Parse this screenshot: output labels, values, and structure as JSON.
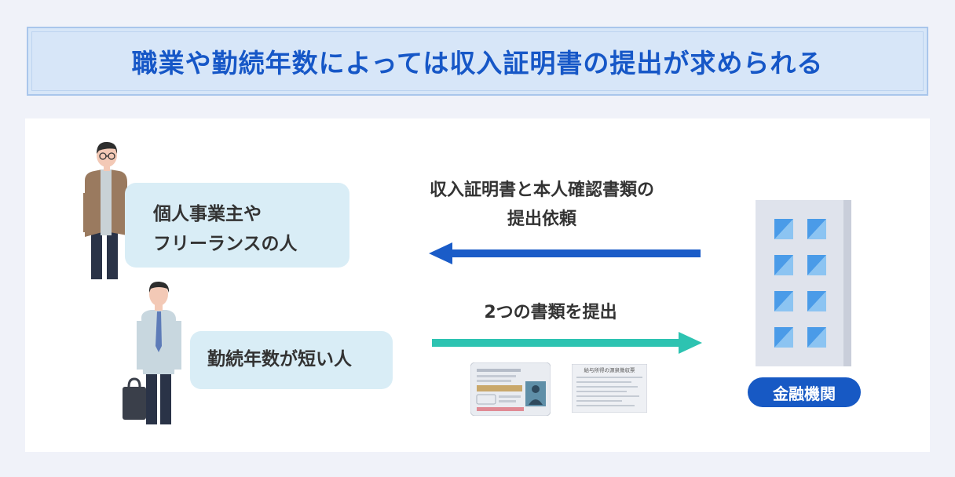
{
  "title": "職業や勤続年数によっては収入証明書の提出が求められる",
  "speech_bubbles": [
    {
      "lines": [
        "個人事業主や",
        "フリーランスの人"
      ]
    },
    {
      "lines": [
        "勤続年数が短い人"
      ]
    }
  ],
  "arrows": [
    {
      "lines": [
        "収入証明書と本人確認書類の",
        "提出依頼"
      ],
      "direction": "left",
      "color": "#1a5cc8"
    },
    {
      "lines": [
        "2つの書類を提出"
      ],
      "direction": "right",
      "color": "#2dc3b1"
    }
  ],
  "institution": {
    "label": "金融機関"
  },
  "documents": {
    "withholding_slip_header": "給与所得の源泉徴収票"
  },
  "colors": {
    "title_text": "#1657c7",
    "title_bg": "#d7e6f8",
    "bubble_bg": "#d9edf6",
    "badge_bg": "#1759c4",
    "building_window": "#4a9be8",
    "building_body": "#dfe3ec"
  }
}
